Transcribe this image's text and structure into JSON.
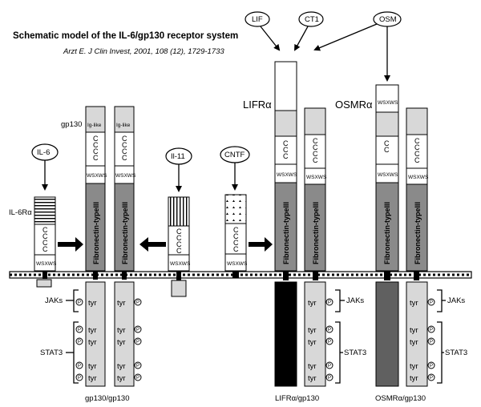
{
  "title": "Schematic model of the IL-6/gp130 receptor system",
  "citation": "Arzt E. J Clin Invest, 2001, 108 (12), 1729-1733",
  "labels": {
    "gp130": "gp130",
    "il6ra": "IL-6Rα",
    "lifra": "LIFRα",
    "osmra": "OSMRα",
    "jaks": "JAKs",
    "stat3": "STAT3",
    "ig_like": "Ig-like",
    "fn": "Fibronectin-typeIII",
    "wsxws": "WSXWS",
    "ccc": "C\nC\nC\nC",
    "cc": "C\nC",
    "tyr": "tyr",
    "p": "P"
  },
  "ligands": {
    "il6": "IL-6",
    "il11": "Il-11",
    "cntf": "CNTF",
    "lif": "LIF",
    "ct1": "CT1",
    "osm": "OSM"
  },
  "complexes": {
    "gp130_gp130": "gp130/gp130",
    "lifra_gp130": "LIFRα/gp130",
    "osmra_gp130": "OSMRα/gp130"
  },
  "colors": {
    "fibronectin": "#8a8a8a",
    "light_gray": "#d8d8d8",
    "lifr_intracellular": "#000000",
    "osmr_intracellular": "#606060",
    "membrane": "#000000"
  }
}
